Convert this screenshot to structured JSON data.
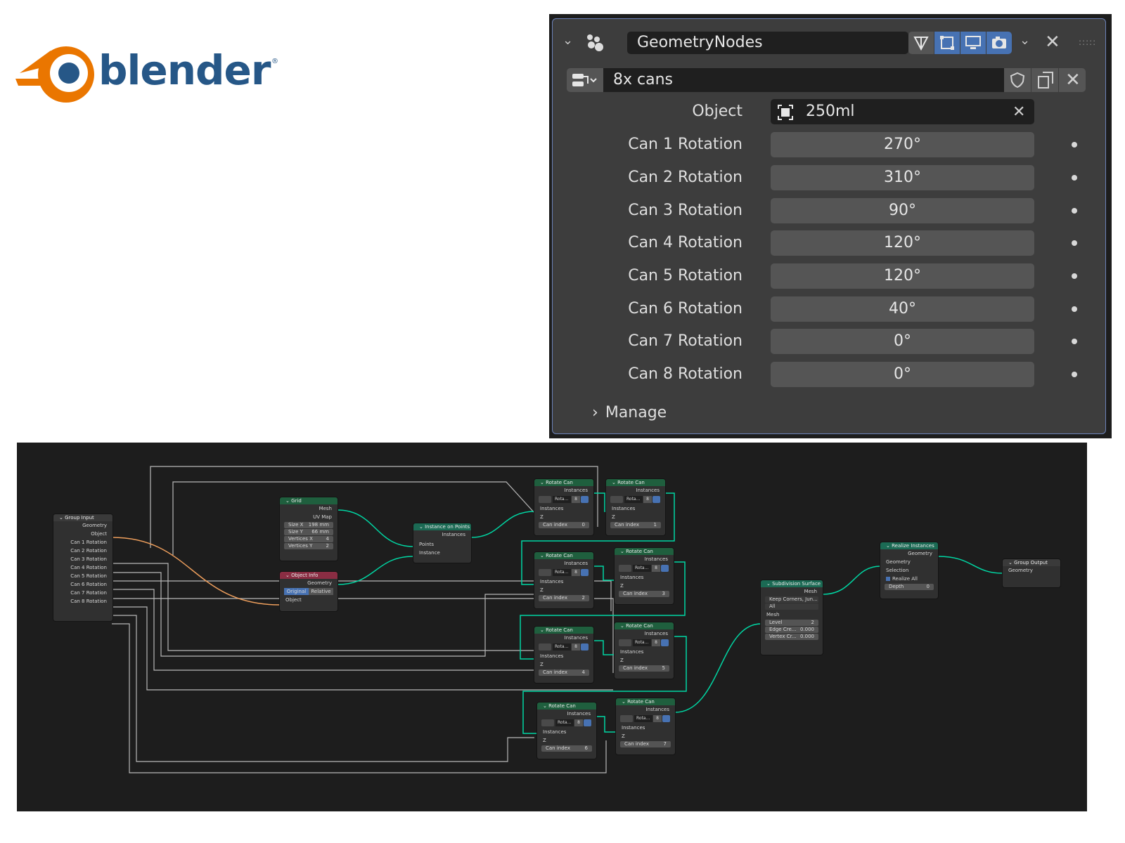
{
  "logo": {
    "wordmark": "blender",
    "registered": "®"
  },
  "modifier": {
    "name": "GeometryNodes",
    "node_group": "8x cans",
    "object_label": "Object",
    "object_value": "250ml",
    "rotations": [
      {
        "label": "Can 1 Rotation",
        "value": "270°"
      },
      {
        "label": "Can 2 Rotation",
        "value": "310°"
      },
      {
        "label": "Can 3 Rotation",
        "value": "90°"
      },
      {
        "label": "Can 4 Rotation",
        "value": "120°"
      },
      {
        "label": "Can 5 Rotation",
        "value": "120°"
      },
      {
        "label": "Can 6 Rotation",
        "value": "40°"
      },
      {
        "label": "Can 7 Rotation",
        "value": "0°"
      },
      {
        "label": "Can 8 Rotation",
        "value": "0°"
      }
    ],
    "manage_label": "Manage",
    "accent_color": "#4772b3"
  },
  "nodes": {
    "group_input": {
      "title": "Group Input",
      "outputs": [
        "Geometry",
        "Object",
        "Can 1 Rotation",
        "Can 2 Rotation",
        "Can 3 Rotation",
        "Can 4 Rotation",
        "Can 5 Rotation",
        "Can 6 Rotation",
        "Can 7 Rotation",
        "Can 8 Rotation"
      ]
    },
    "grid": {
      "title": "Grid",
      "out_mesh": "Mesh",
      "out_uv": "UV Map",
      "fields": [
        {
          "label": "Size X",
          "value": "198 mm"
        },
        {
          "label": "Size Y",
          "value": "66 mm"
        },
        {
          "label": "Vertices X",
          "value": "4"
        },
        {
          "label": "Vertices Y",
          "value": "2"
        }
      ]
    },
    "object_info": {
      "title": "Object Info",
      "out_geometry": "Geometry",
      "mode_original": "Original",
      "mode_relative": "Relative",
      "in_object": "Object"
    },
    "instance_on_points": {
      "title": "Instance on Points",
      "out_instances": "Instances",
      "in_points": "Points",
      "in_instance": "Instance"
    },
    "rotate_can": {
      "title": "Rotate Can",
      "out_instances": "Instances",
      "in_instances": "Instances",
      "in_z": "Z",
      "group_name": "Rota...",
      "users": "8",
      "index_label": "Can index",
      "indices": [
        "0",
        "1",
        "2",
        "3",
        "4",
        "5",
        "6",
        "7"
      ]
    },
    "subdivision": {
      "title": "Subdivision Surface",
      "out_mesh": "Mesh",
      "uv_smooth": "Keep Corners, Jun...",
      "boundary": "All",
      "in_mesh": "Mesh",
      "fields": [
        {
          "label": "Level",
          "value": "2"
        },
        {
          "label": "Edge Cre...",
          "value": "0.000"
        },
        {
          "label": "Vertex Cr...",
          "value": "0.000"
        }
      ]
    },
    "realize": {
      "title": "Realize Instances",
      "out_geometry": "Geometry",
      "in_geometry": "Geometry",
      "in_selection": "Selection",
      "realize_all": "Realize All",
      "depth_label": "Depth",
      "depth_value": "0"
    },
    "group_output": {
      "title": "Group Output",
      "in_geometry": "Geometry"
    }
  }
}
